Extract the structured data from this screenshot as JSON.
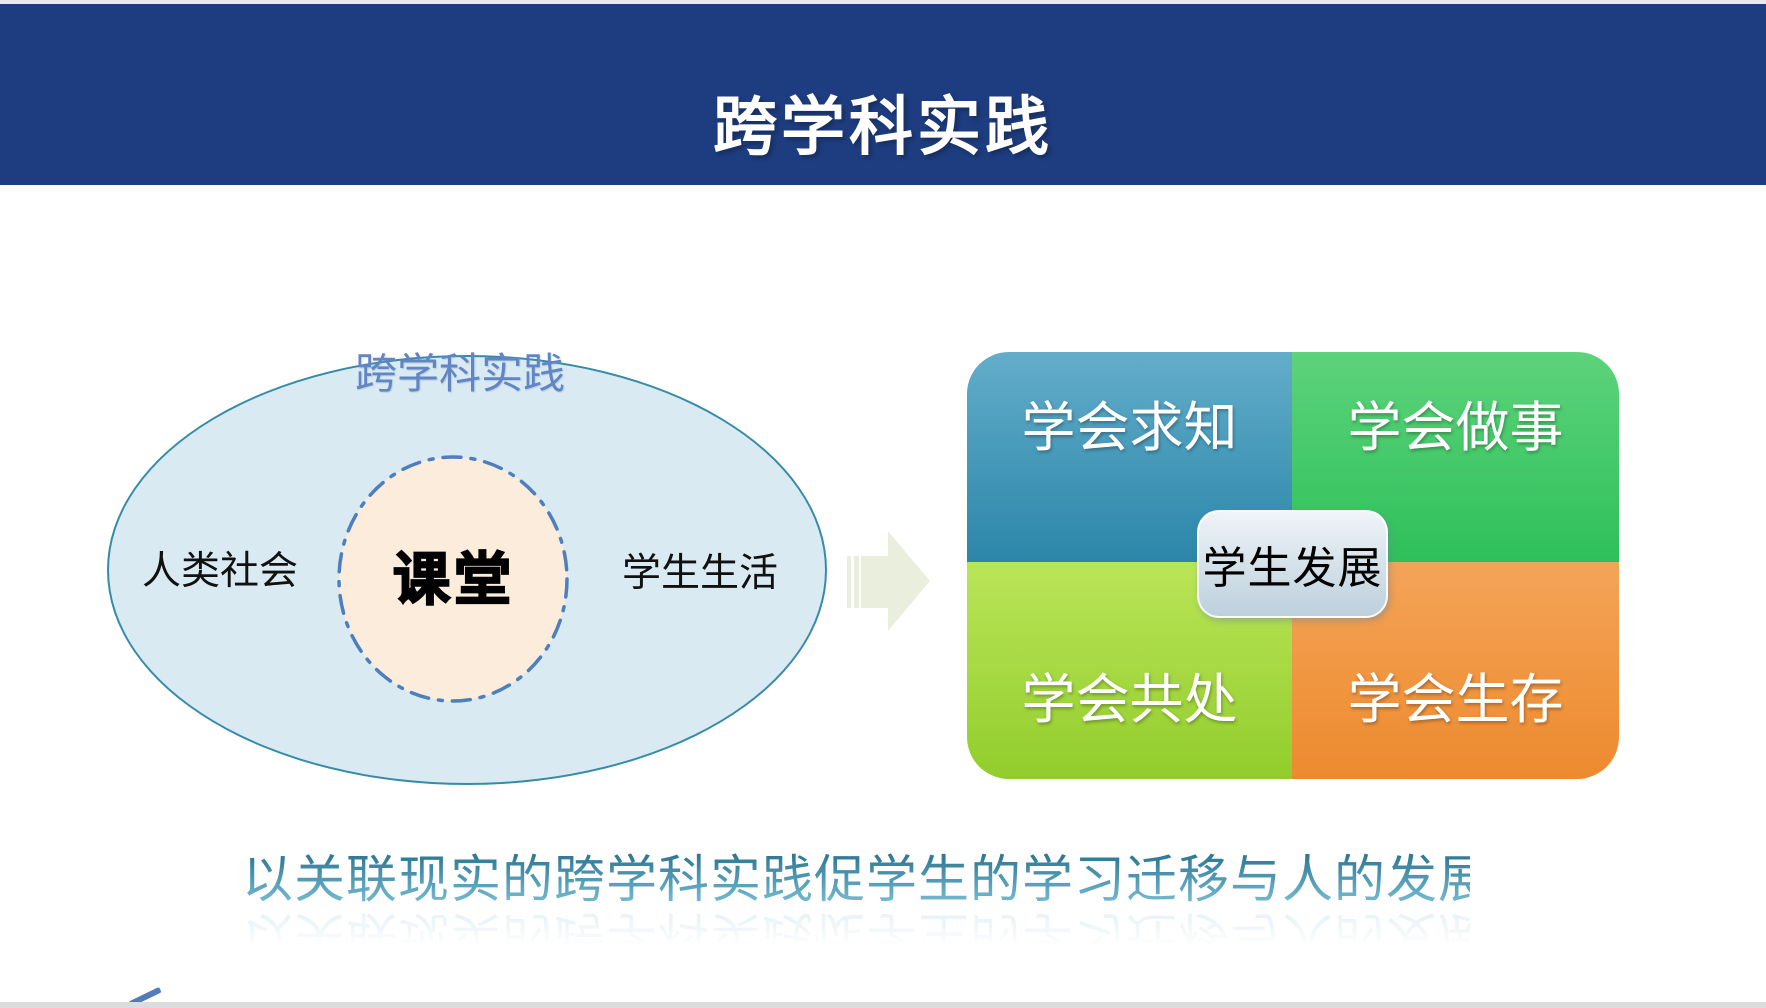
{
  "header": {
    "title": "跨学科实践"
  },
  "venn": {
    "label": "跨学科实践",
    "left_text": "人类社会",
    "right_text": "学生生活",
    "center_text": "课堂"
  },
  "quadrants": {
    "top_left": "学会求知",
    "top_right": "学会做事",
    "bottom_left": "学会共处",
    "bottom_right": "学会生存",
    "center": "学生发展"
  },
  "caption": "以关联现实的跨学科实践促学生的学习迁移与人的发展",
  "icons": {
    "arrow": "right-block-arrow"
  },
  "colors": {
    "header_bg": "#1e3d80",
    "ellipse_fill": "#d9eaf2",
    "ellipse_border": "#368ca8",
    "inner_circle_fill": "#fcecdc",
    "inner_circle_border": "#4d7fbe",
    "venn_label": "#6285c4",
    "arrow_fill": "#e9efdc",
    "quad_blue": [
      "#63adca",
      "#2b86a9"
    ],
    "quad_green": [
      "#5dd37b",
      "#2ec05a"
    ],
    "quad_lime": [
      "#bae558",
      "#92cd2c"
    ],
    "quad_orange": [
      "#f4a458",
      "#ed8a2e"
    ],
    "center_box": [
      "#eff4f8",
      "#bdd0dc"
    ],
    "caption_gradient": [
      "#27718f",
      "#82c8dd"
    ],
    "ink_mark": "#3f6db5"
  }
}
